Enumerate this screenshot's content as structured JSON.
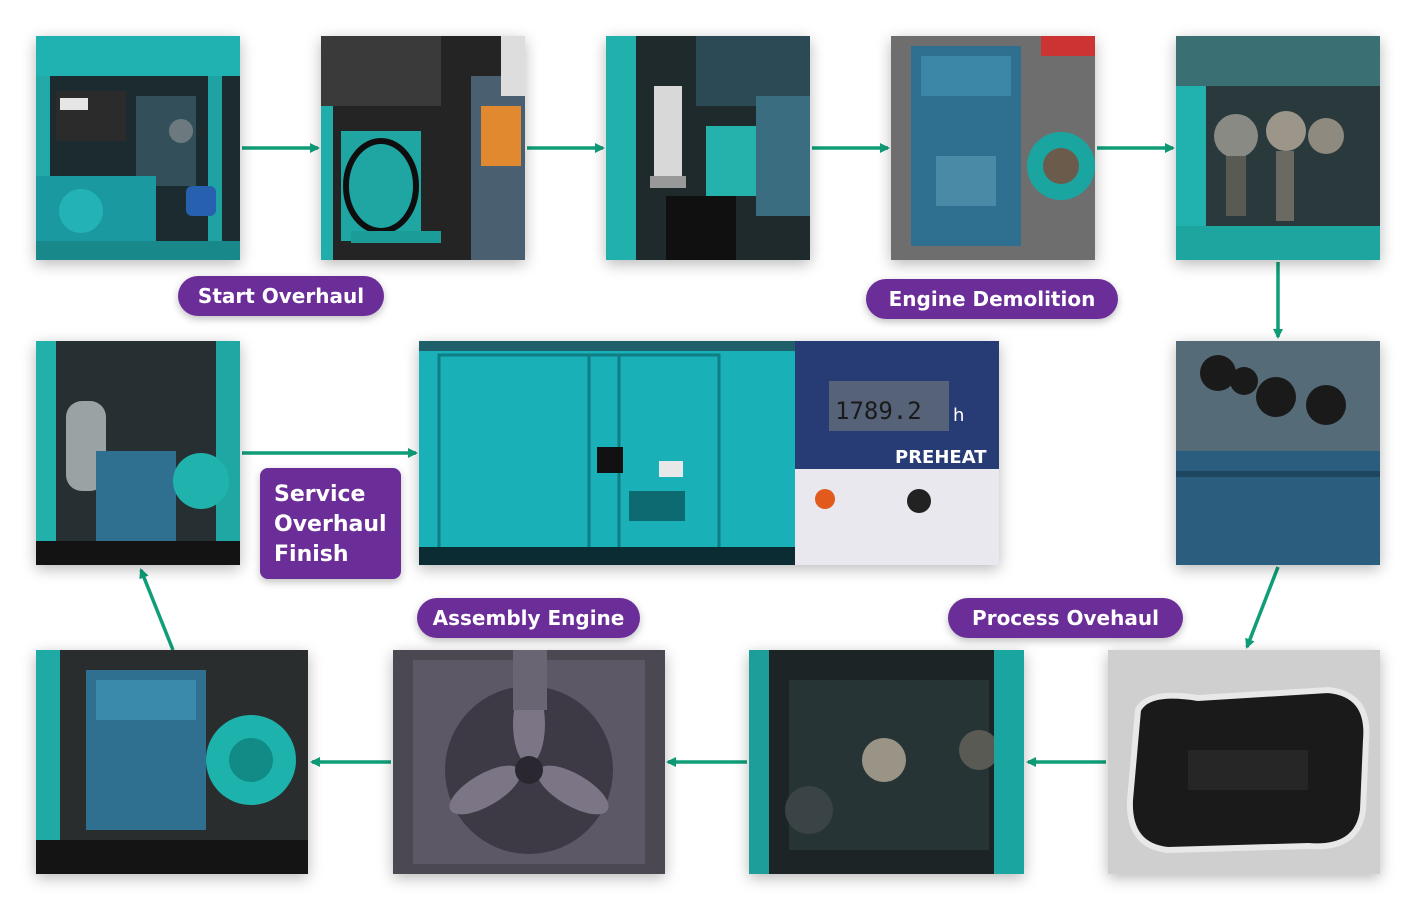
{
  "labels": {
    "start": "Start Overhaul",
    "demolition": "Engine Demolition",
    "finish_lines": [
      "Service",
      "Overhaul",
      "Finish"
    ],
    "assembly": "Assembly Engine",
    "process": "Process Ovehaul"
  },
  "panel_text": {
    "hour_meter": "1789.2",
    "hour_unit": "h",
    "preheat": "PREHEAT"
  },
  "colors": {
    "arrow": "#0f9e78",
    "label_bg": "#6b2d98",
    "generator_teal": "#1fb5b5",
    "engine_blue": "#2f6f8f"
  }
}
